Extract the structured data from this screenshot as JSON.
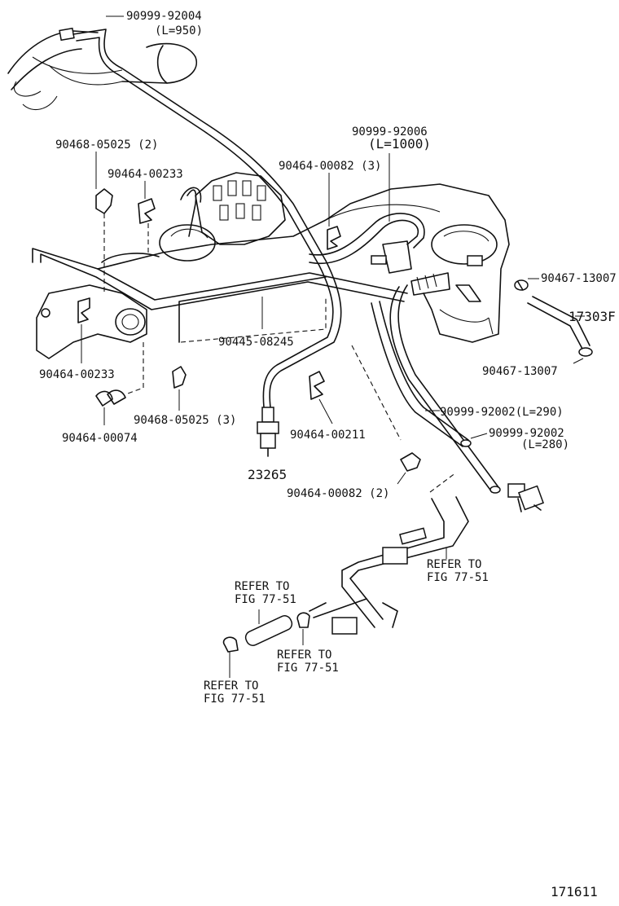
{
  "labels": {
    "p_90999_92004": "90999-92004",
    "p_90999_92004_len": "(L=950)",
    "p_90999_92006": "90999-92006",
    "p_90999_92006_len": "(L=1000)",
    "p_90468_05025_top": "90468-05025 (2)",
    "p_90464_00233_top": "90464-00233",
    "p_90464_00082_3": "90464-00082 (3)",
    "p_90467_13007_top": "90467-13007",
    "p_17303F": "17303F",
    "p_90467_13007_bot": "90467-13007",
    "p_90445_08245": "90445-08245",
    "p_90464_00233_bot": "90464-00233",
    "p_90468_05025_bot": "90468-05025 (3)",
    "p_90464_00074": "90464-00074",
    "p_90464_00211": "90464-00211",
    "p_90999_92002_290": "90999-92002(L=290)",
    "p_90999_92002_280": "90999-92002",
    "p_90999_92002_280_len": "(L=280)",
    "p_23265": "23265",
    "p_90464_00082_2": "90464-00082 (2)",
    "ref1_line1": "REFER TO",
    "ref1_line2": "FIG 77-51",
    "ref2_line1": "REFER TO",
    "ref2_line2": "FIG 77-51",
    "ref3_line1": "REFER TO",
    "ref3_line2": "FIG 77-51",
    "ref4_line1": "REFER TO",
    "ref4_line2": "FIG 77-51",
    "figure_number": "171611"
  }
}
